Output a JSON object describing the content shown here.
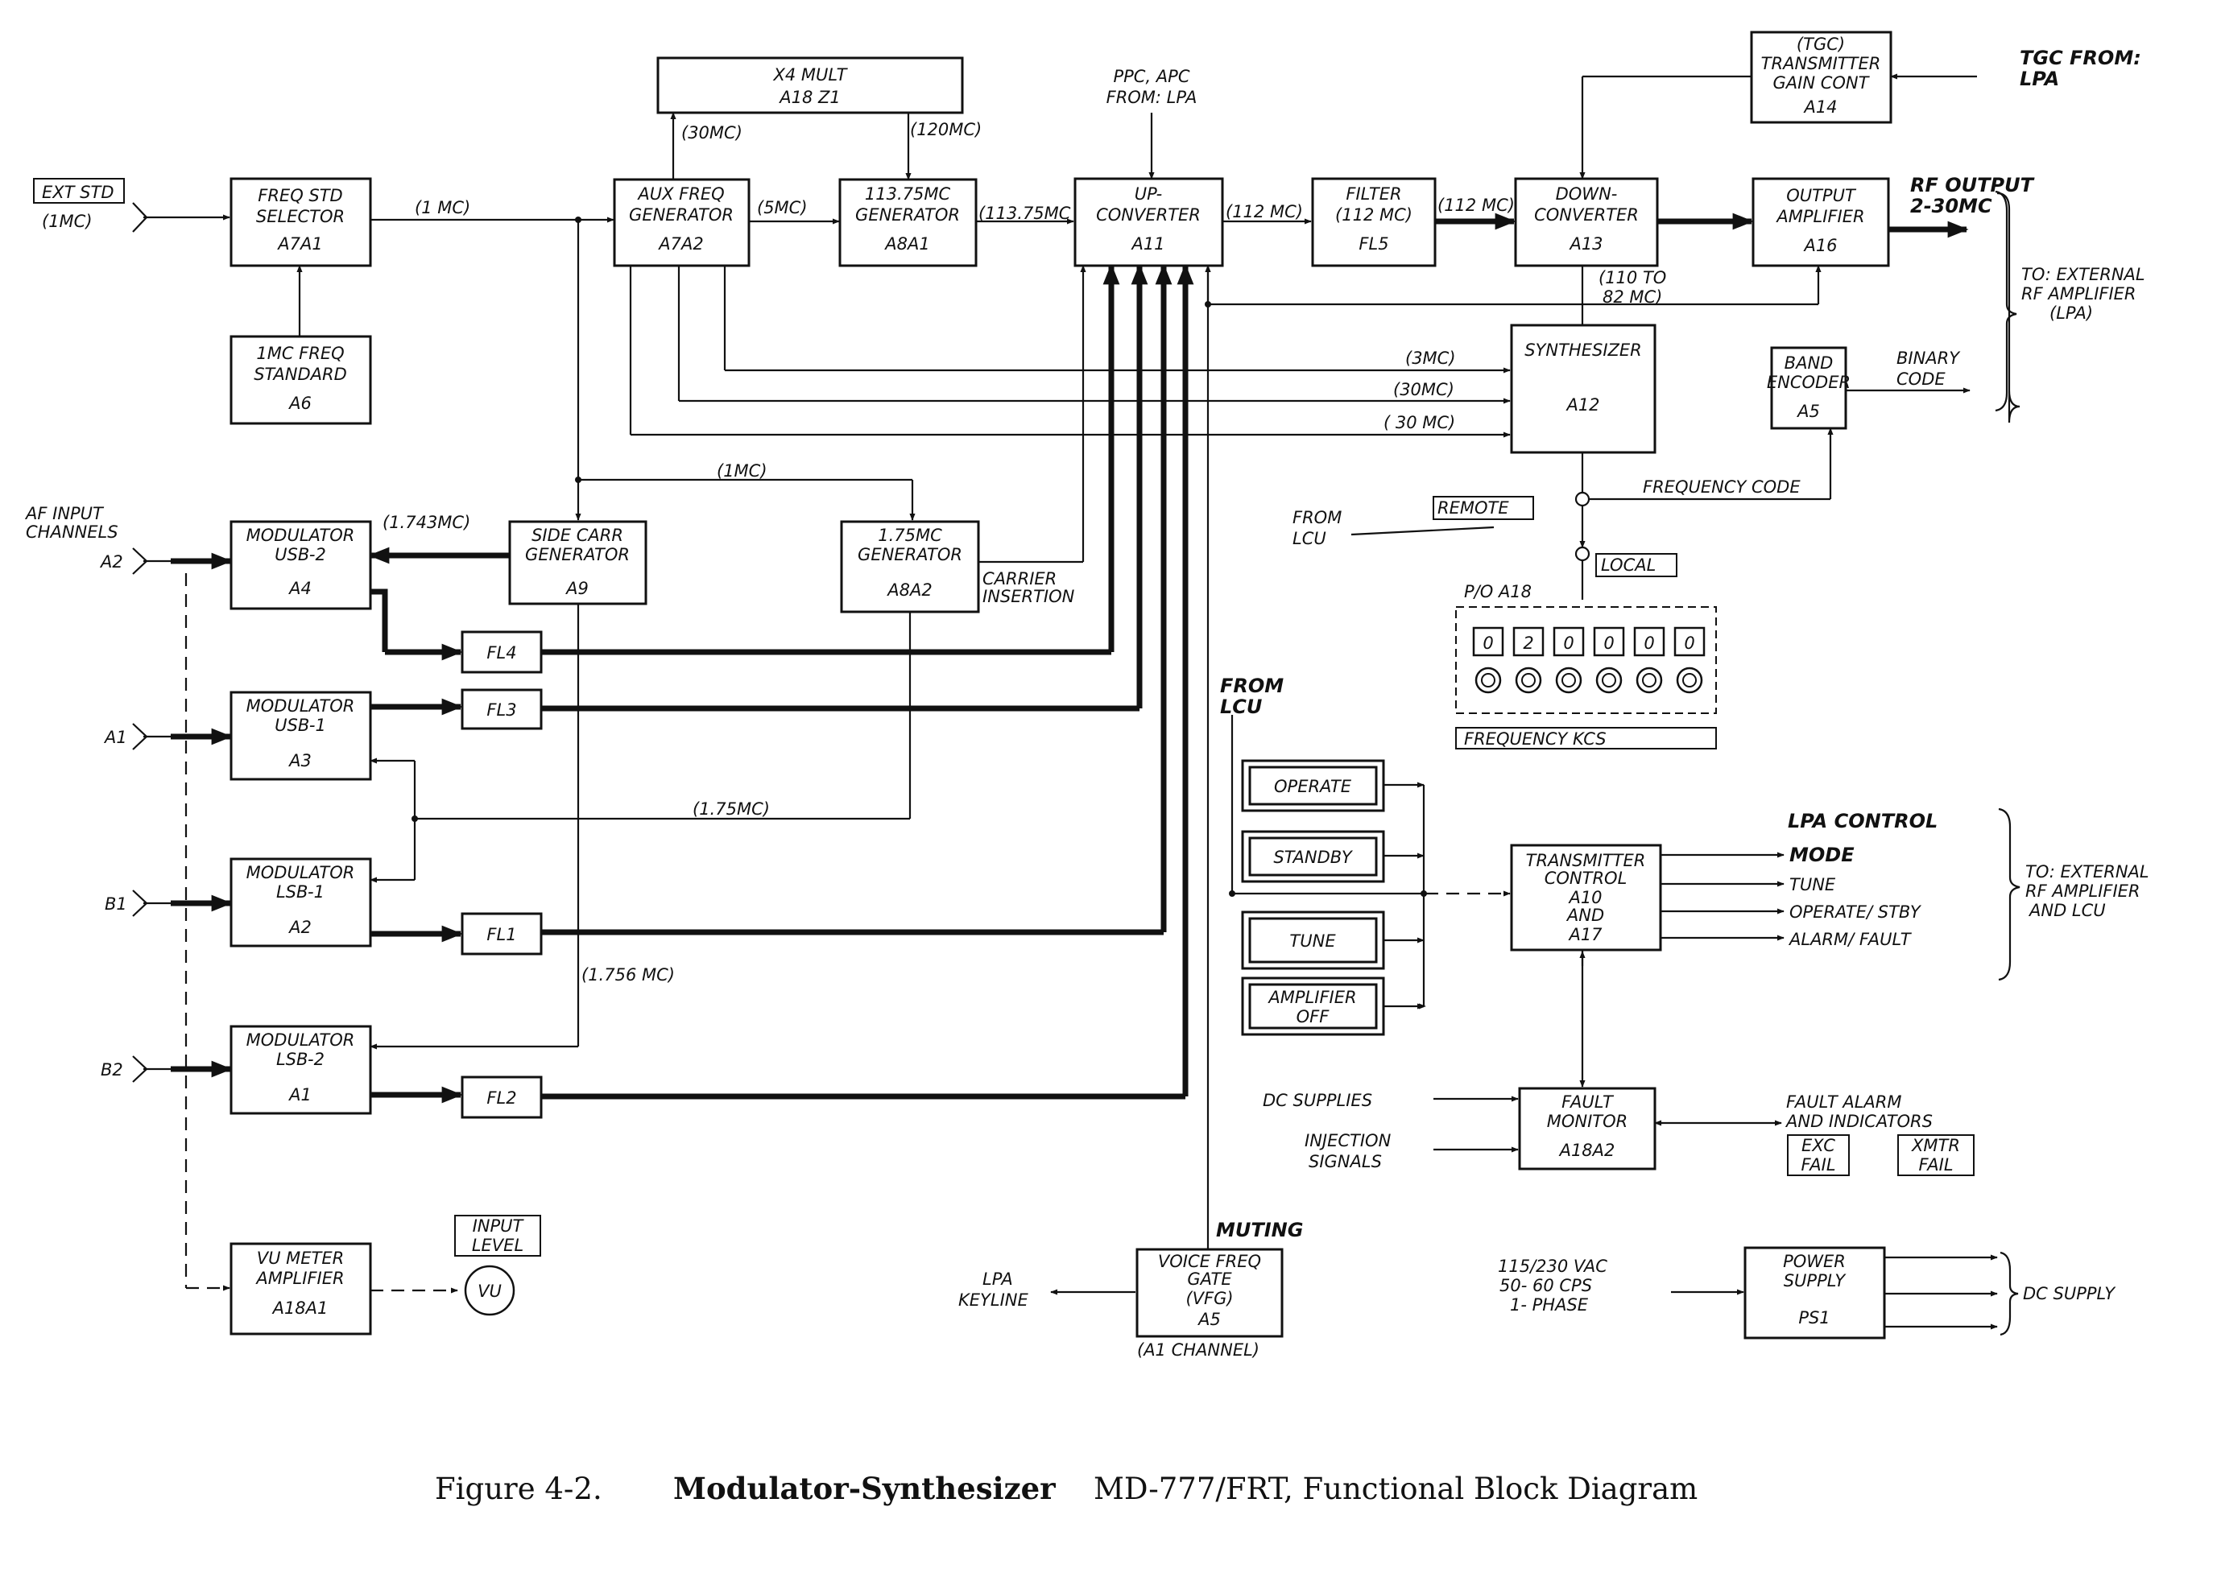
{
  "caption": {
    "number": "Figure 4-2.",
    "title_bold": "Modulator-Synthesizer",
    "title_rest": "MD-777/FRT, Functional Block Diagram"
  },
  "blocks": {
    "freq_std_selector": [
      "FREQ STD",
      "SELECTOR",
      "A7A1"
    ],
    "freq_standard": [
      "1MC FREQ",
      "STANDARD",
      "A6"
    ],
    "x4_mult": [
      "X4 MULT",
      "A18 Z1"
    ],
    "aux_freq_gen": [
      "AUX FREQ",
      "GENERATOR",
      "A7A2"
    ],
    "gen_113": [
      "113.75MC",
      "GENERATOR",
      "A8A1"
    ],
    "upconverter": [
      "UP-",
      "CONVERTER",
      "A11"
    ],
    "filter": [
      "FILTER",
      "(112 MC)",
      "FL5"
    ],
    "downconverter": [
      "DOWN-",
      "CONVERTER",
      "A13"
    ],
    "output_amp": [
      "OUTPUT",
      "AMPLIFIER",
      "A16"
    ],
    "tgc": [
      "(TGC)",
      "TRANSMITTER",
      "GAIN CONT",
      "A14"
    ],
    "synthesizer": [
      "SYNTHESIZER",
      "A12"
    ],
    "band_encoder": [
      "BAND",
      "ENCODER",
      "A5"
    ],
    "mod_usb2": [
      "MODULATOR",
      "USB-2",
      "A4"
    ],
    "side_carr": [
      "SIDE CARR",
      "GENERATOR",
      "A9"
    ],
    "gen_175": [
      "1.75MC",
      "GENERATOR",
      "A8A2"
    ],
    "mod_usb1": [
      "MODULATOR",
      "USB-1",
      "A3"
    ],
    "mod_lsb1": [
      "MODULATOR",
      "LSB-1",
      "A2"
    ],
    "mod_lsb2": [
      "MODULATOR",
      "LSB-2",
      "A1"
    ],
    "vu_amp": [
      "VU METER",
      "AMPLIFIER",
      "A18A1"
    ],
    "fl4": "FL4",
    "fl3": "FL3",
    "fl1": "FL1",
    "fl2": "FL2",
    "vfg": [
      "VOICE FREQ",
      "GATE",
      "(VFG)",
      "A5"
    ],
    "tx_control": [
      "TRANSMITTER",
      "CONTROL",
      "A10",
      "AND",
      "A17"
    ],
    "fault_monitor": [
      "FAULT",
      "MONITOR",
      "A18A2"
    ],
    "power_supply": [
      "POWER",
      "SUPPLY",
      "PS1"
    ],
    "operate": "OPERATE",
    "standby": "STANDBY",
    "tune": "TUNE",
    "amp_off": [
      "AMPLIFIER",
      "OFF"
    ],
    "vu": "VU"
  },
  "labels": {
    "ext_std": "EXT STD",
    "ext_std_freq": "(1MC)",
    "one_mc_a": "(1 MC)",
    "thirty_mc_top": "(30MC)",
    "one_twenty_mc": "(120MC)",
    "five_mc": "(5MC)",
    "out_113": "(113.75MC",
    "ppc_apc": "PPC, APC",
    "from_lpa": "FROM: LPA",
    "mc112_a": "(112 MC)",
    "mc112_b": "(112 MC)",
    "rf_output": "RF OUTPUT",
    "rf_output_range": "2-30MC",
    "tgc_from": "TGC FROM:",
    "tgc_lpa": "LPA",
    "to_external_1": [
      "TO: EXTERNAL",
      "RF AMPLIFIER",
      "(LPA)"
    ],
    "range_110": [
      "(110 TO",
      "82 MC)"
    ],
    "three_mc": "(3MC)",
    "thirty_mc_a": "(30MC)",
    "thirty_mc_b": "( 30 MC)",
    "binary_code": [
      "BINARY",
      "CODE"
    ],
    "frequency_code": "FREQUENCY CODE",
    "remote": "REMOTE",
    "local": "LOCAL",
    "from_lcu_1": [
      "FROM",
      "LCU"
    ],
    "p0_a18": "P/O A18",
    "digits": [
      "0",
      "2",
      "0",
      "0",
      "0",
      "0"
    ],
    "frequency_kcs": "FREQUENCY     KCS",
    "one_mc_b": "(1MC)",
    "af_input": [
      "AF INPUT",
      "CHANNELS"
    ],
    "mc_1743": "(1.743MC)",
    "carrier_insertion": [
      "CARRIER",
      "INSERTION"
    ],
    "a2": "A2",
    "a1": "A1",
    "b1": "B1",
    "b2": "B2",
    "mc_175": "(1.75MC)",
    "mc_1756": "(1.756 MC)",
    "from_lcu_2": [
      "FROM",
      "LCU"
    ],
    "lpa_control": "LPA CONTROL",
    "mode": "MODE",
    "tune_out": "TUNE",
    "operate_stby": "OPERATE/ STBY",
    "alarm_fault": "ALARM/ FAULT",
    "to_external_2": [
      "TO: EXTERNAL",
      "RF AMPLIFIER",
      "AND LCU"
    ],
    "dc_supplies": "DC SUPPLIES",
    "injection": [
      "INJECTION",
      "SIGNALS"
    ],
    "fault_alarm": [
      "FAULT ALARM",
      "AND INDICATORS"
    ],
    "exc_fail": [
      "EXC",
      "FAIL"
    ],
    "xmtr_fail": [
      "XMTR",
      "FAIL"
    ],
    "input_level": [
      "INPUT",
      "LEVEL"
    ],
    "muting": "MUTING",
    "lpa_keyline": [
      "LPA",
      "KEYLINE"
    ],
    "a1_channel": "(A1 CHANNEL)",
    "ac_input": [
      "115/230 VAC",
      "50- 60 CPS",
      "1- PHASE"
    ],
    "dc_supply": "DC SUPPLY"
  }
}
